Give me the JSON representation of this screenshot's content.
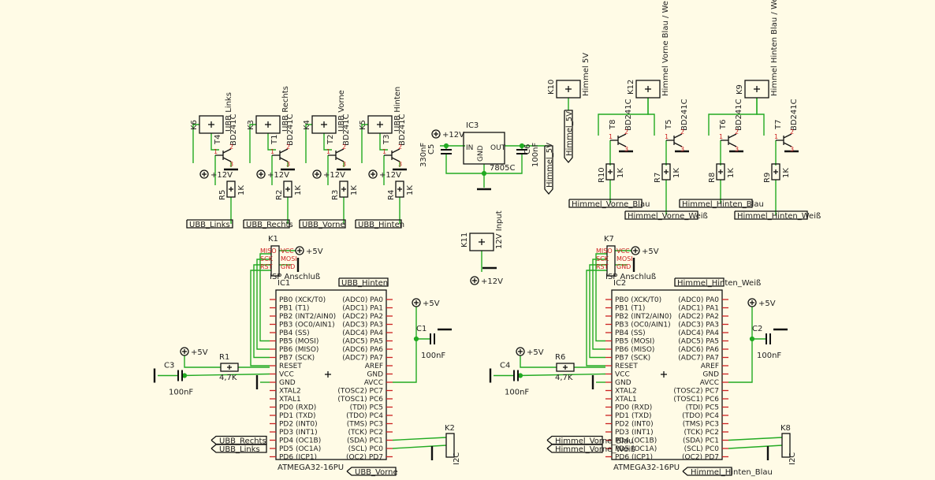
{
  "colors": {
    "background": "#fffbe6",
    "wire": "#22aa22",
    "part": "#111111",
    "pad": "#cc2222",
    "junction": "#22aa22"
  },
  "ubb_relays": [
    {
      "ref": "K6",
      "name": "UBB Links",
      "transistor": "T4",
      "tname": "BD241C",
      "resistor": "R5",
      "rval": "1K",
      "supply": "+12V",
      "net": "UBB_Links"
    },
    {
      "ref": "K3",
      "name": "UBB Rechts",
      "transistor": "T1",
      "tname": "BD241C",
      "resistor": "R2",
      "rval": "1K",
      "supply": "+12V",
      "net": "UBB_Rechts"
    },
    {
      "ref": "K4",
      "name": "UBB Vorne",
      "transistor": "T2",
      "tname": "BD241C",
      "resistor": "R3",
      "rval": "1K",
      "supply": "+12V",
      "net": "UBB_Vorne"
    },
    {
      "ref": "K5",
      "name": "UBB Hinten",
      "transistor": "T3",
      "tname": "BD241C",
      "resistor": "R4",
      "rval": "1K",
      "supply": "+12V",
      "net": "UBB_Hinten"
    }
  ],
  "himmel_relays": [
    {
      "ref": "K10",
      "name": "Himmel 5V"
    },
    {
      "ref": "K12",
      "name": "Himmel Vorne Blau / Weiß"
    },
    {
      "ref": "K9",
      "name": "Himmel Hinten Blau / Weiß"
    }
  ],
  "himmel_drivers": [
    {
      "transistor": "T8",
      "tname": "BD241C",
      "resistor": "R10",
      "rval": "1K",
      "net": "Himmel_Vorne_Blau"
    },
    {
      "transistor": "T5",
      "tname": "BD241C",
      "resistor": "R7",
      "rval": "1K",
      "net": "Himmel_Vorne_Weiß"
    },
    {
      "transistor": "T6",
      "tname": "BD241C",
      "resistor": "R8",
      "rval": "1K",
      "net": "Himmel_Hinten_Blau"
    },
    {
      "transistor": "T7",
      "tname": "BD241C",
      "resistor": "R9",
      "rval": "1K",
      "net": "Himmel_Hinten_Weiß"
    }
  ],
  "regulator": {
    "ref": "IC3",
    "part": "7805C",
    "pin_in": "IN",
    "pin_out": "OUT",
    "pin_gnd": "GND",
    "supply": "+12V",
    "c_in": "C5",
    "c_in_val": "330nF",
    "c_out": "C6",
    "c_out_val": "100nF",
    "net_out": "Himmel_5V"
  },
  "input": {
    "ref": "K11",
    "name": "12V Input",
    "supply": "+12V"
  },
  "mcu_left": {
    "ref": "IC1",
    "part": "ATMEGA32-16PU",
    "isp_ref": "K1",
    "isp_name": "ISP Anschluß",
    "isp_supply": "+5V",
    "i2c_ref": "K2",
    "i2c_name": "I2C",
    "r_ref": "R1",
    "r_val": "4,7K",
    "c_ref": "C3",
    "c_val": "100nF",
    "c2_ref": "C1",
    "c2_val": "100nF",
    "supply": "+5V",
    "net_top": "UBB_Hinten",
    "net_d4": "UBB_Rechts",
    "net_d5": "UBB_Links",
    "net_bottom": "UBB_Vorne"
  },
  "mcu_right": {
    "ref": "IC2",
    "part": "ATMEGA32-16PU",
    "isp_ref": "K7",
    "isp_name": "ISP Anschluß",
    "isp_supply": "+5V",
    "i2c_ref": "K8",
    "i2c_name": "I2C",
    "r_ref": "R6",
    "r_val": "4,7K",
    "c_ref": "C4",
    "c_val": "100nF",
    "c2_ref": "C2",
    "c2_val": "100nF",
    "supply": "+5V",
    "net_top": "Himmel_Hinten_Weiß",
    "net_d4": "Himmel_Vorne_Blau",
    "net_d5": "Himmel_Vorne_Weiß",
    "net_bottom": "Himmel_Hinten_Blau"
  },
  "mcu_pins_left": [
    "PB0 (XCK/T0)",
    "PB1 (T1)",
    "PB2 (INT2/AIN0)",
    "PB3 (OC0/AIN1)",
    "PB4 (SS)",
    "PB5 (MOSI)",
    "PB6 (MISO)",
    "PB7 (SCK)",
    "RESET",
    "VCC",
    "GND",
    "XTAL2",
    "XTAL1",
    "PD0 (RXD)",
    "PD1 (TXD)",
    "PD2 (INT0)",
    "PD3 (INT1)",
    "PD4 (OC1B)",
    "PD5 (OC1A)",
    "PD6 (ICP1)"
  ],
  "mcu_pins_right": [
    "(ADC0) PA0",
    "(ADC1) PA1",
    "(ADC2) PA2",
    "(ADC3) PA3",
    "(ADC4) PA4",
    "(ADC5) PA5",
    "(ADC6) PA6",
    "(ADC7) PA7",
    "AREF",
    "GND",
    "AVCC",
    "(TOSC2) PC7",
    "(TOSC1) PC6",
    "(TDI) PC5",
    "(TDO) PC4",
    "(TMS) PC3",
    "(TCK) PC2",
    "(SDA) PC1",
    "(SCL) PC0",
    "(OC2) PD7"
  ],
  "isp_pins": [
    "MISO",
    "SCK",
    "RST",
    "VCC",
    "MOSI",
    "GND"
  ]
}
